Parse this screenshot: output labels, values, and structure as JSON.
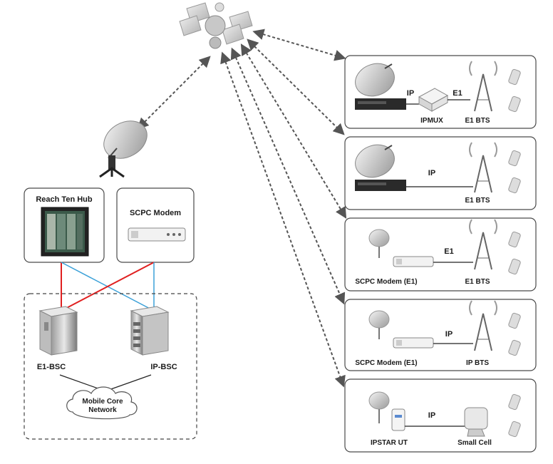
{
  "hub_side": {
    "hub_label": "Reach Ten Hub",
    "scpc_label": "SCPC Modem",
    "e1_bsc_label": "E1-BSC",
    "ip_bsc_label": "IP-BSC",
    "core_line1": "Mobile Core",
    "core_line2": "Network",
    "colors": {
      "red_link": "#e02020",
      "blue_link": "#3aa0d8"
    }
  },
  "sites": [
    {
      "link_label": "IP",
      "link2_label": "E1",
      "mid_label": "IPMUX",
      "bts_label": "E1 BTS"
    },
    {
      "link_label": "IP",
      "bts_label": "E1 BTS"
    },
    {
      "link_label": "E1",
      "modem_label": "SCPC Modem (E1)",
      "bts_label": "E1 BTS"
    },
    {
      "link_label": "IP",
      "modem_label": "SCPC Modem (E1)",
      "bts_label": "IP BTS"
    },
    {
      "link_label": "IP",
      "ut_label": "IPSTAR UT",
      "cell_label": "Small Cell"
    }
  ]
}
